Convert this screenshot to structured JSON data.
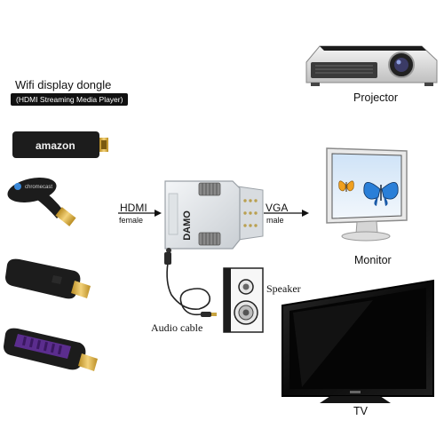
{
  "dongle": {
    "title": "Wifi display dongle",
    "subtitle": "(HDMI Streaming Media Player)",
    "stick_brand": "amazon",
    "cast_brand": "chromecast"
  },
  "adapter": {
    "input_label": "HDMI",
    "input_sub": "female",
    "output_label": "VGA",
    "output_sub": "male",
    "brand": "DAMO"
  },
  "outputs": {
    "projector": "Projector",
    "monitor": "Monitor",
    "speaker": "Speaker",
    "audio_cable": "Audio cable",
    "tv": "TV"
  },
  "colors": {
    "adapter": "#e9ecef",
    "device_dark": "#1c1c1c",
    "hdmi_gold": "#d8b040",
    "purple_device": "#5b2d8e",
    "butterfly_blue": "#2a7fd8",
    "butterfly_orange": "#f0a020"
  }
}
